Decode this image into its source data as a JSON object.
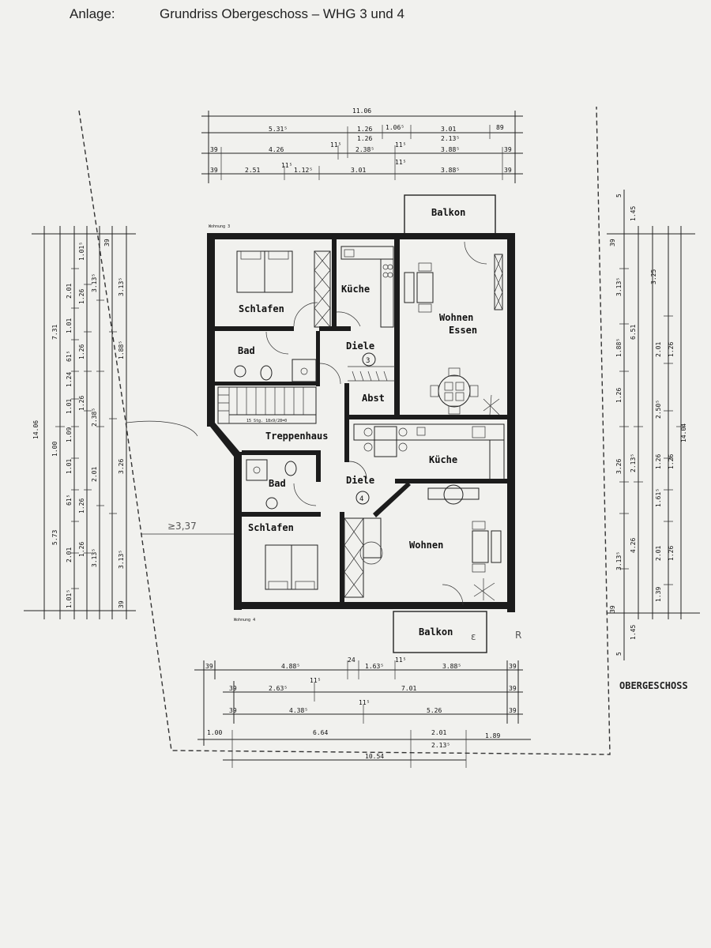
{
  "header": {
    "label": "Anlage:",
    "title": "Grundriss Obergeschoss – WHG 3 und 4"
  },
  "rooms": {
    "schlafen_top": "Schlafen",
    "kueche_top": "Küche",
    "wohnen_essen_1": "Wohnen",
    "wohnen_essen_2": "Essen",
    "bad_top": "Bad",
    "diele_top": "Diele",
    "abst": "Abst",
    "treppenhaus": "Treppenhaus",
    "kueche_bottom": "Küche",
    "bad_bottom": "Bad",
    "diele_bottom": "Diele",
    "schlafen_bottom": "Schlafen",
    "wohnen_bottom": "Wohnen",
    "balkon_top": "Balkon",
    "balkon_bottom": "Balkon"
  },
  "labels": {
    "wohnung_3": "Wohnung 3",
    "wohnung_4": "Wohnung 4",
    "unit_3": "3",
    "unit_4": "4",
    "stairs_note": "15 Stg. 18x9/28=0",
    "obergeschoss": "OBERGESCHOSS",
    "hand_note": "≥3,37",
    "hand_mark": "ε",
    "hand_mark2": "R"
  },
  "dims_top": {
    "total": "11.06",
    "row1": [
      "5.31⁵",
      "1.26",
      "1.06⁵",
      "3.01",
      "89"
    ],
    "row2": [
      "1.26",
      "2.13⁵"
    ],
    "row3": [
      "39",
      "4.26",
      "11⁵",
      "2.38⁵",
      "11⁵",
      "3.88⁵",
      "39"
    ],
    "row4": [
      "39",
      "2.51",
      "11⁵",
      "1.12⁵",
      "3.01",
      "11⁵",
      "3.88⁵",
      "39"
    ]
  },
  "dims_bottom": {
    "row1": [
      "39",
      "4.88⁵",
      "24",
      "1.63⁵",
      "11⁵",
      "3.88⁵",
      "39"
    ],
    "row2": [
      "39",
      "2.63⁵",
      "11⁵",
      "7.01",
      "39"
    ],
    "row3": [
      "39",
      "4.38⁵",
      "11⁵",
      "5.26",
      "39"
    ],
    "row4": [
      "1.00",
      "6.64",
      "2.01",
      "1.89"
    ],
    "row5": [
      "2.13⁵"
    ],
    "total": "10.54"
  },
  "dims_left": {
    "total": "14.06",
    "a": [
      "7.31",
      "5.73"
    ],
    "b": [
      "1.00",
      "61⁵"
    ],
    "c": [
      "1.01⁵",
      "2.01",
      "1.01",
      "61⁵",
      "1.24",
      "1.01",
      "1.09",
      "1.01",
      "61⁵",
      "2.01",
      "1.01⁵"
    ],
    "d": [
      "1.26",
      "1.26",
      "1.26",
      "1.26",
      "1.26"
    ],
    "e": [
      "3.13⁵",
      "2.38⁵",
      "2.01",
      "3.13⁵"
    ],
    "f": [
      "39",
      "3.13⁵",
      "1.88⁵",
      "3.26",
      "3.13⁵",
      "39"
    ]
  },
  "dims_right": {
    "total": "14.04",
    "a": [
      "1.45",
      "3.13⁵",
      "1.88⁵",
      "1.26",
      "3.26",
      "3.13⁵",
      "1.45"
    ],
    "b": [
      "6.51",
      "2.13⁵",
      "4.26"
    ],
    "c": [
      "3.25",
      "2.01",
      "2.50⁵",
      "1.26",
      "1.61⁵",
      "2.01",
      "1.39"
    ],
    "d": [
      "1.26",
      "1.26",
      "1.26"
    ],
    "e": [
      "5",
      "39",
      "39",
      "5"
    ]
  }
}
